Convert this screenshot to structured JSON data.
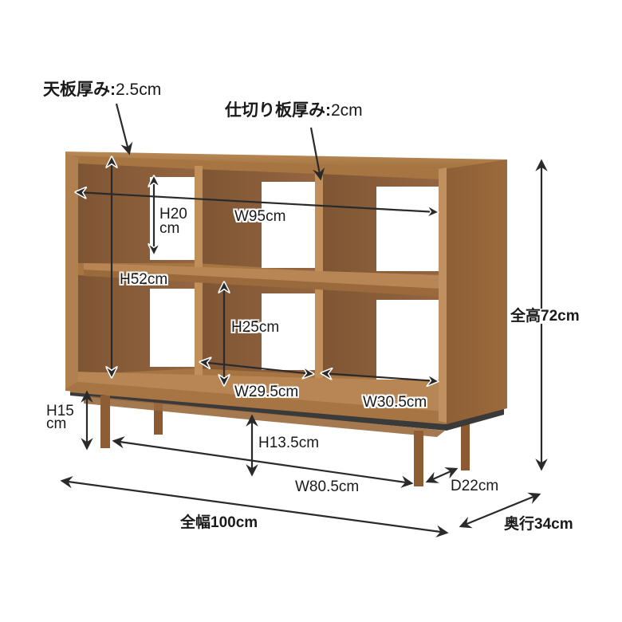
{
  "product": {
    "type": "open bookshelf / cube storage with legs",
    "material_color": "#a0703f",
    "material_dark": "#7a5230",
    "material_light": "#c89a66",
    "base_trim_color": "#3a3a3a"
  },
  "callouts": {
    "top_board_thickness": {
      "label": "天板厚み",
      "separator": ":",
      "value": "2.5cm"
    },
    "divider_thickness": {
      "label": "仕切り板厚み",
      "separator": ":",
      "value": "2cm"
    }
  },
  "dimensions": {
    "inner_width": "W95cm",
    "upper_cell_height_line1": "H20",
    "upper_cell_height_line2": "cm",
    "inner_height": "H52cm",
    "lower_cell_height": "H25cm",
    "center_cell_width": "W29.5cm",
    "right_cell_width": "W30.5cm",
    "leg_height_line1": "H15",
    "leg_height_line2": "cm",
    "under_clearance": "H13.5cm",
    "leg_span_width": "W80.5cm",
    "leg_span_depth": "D22cm",
    "total_height": "全高72cm",
    "total_width": "全幅100cm",
    "total_depth": "奥行34cm"
  },
  "arrow_color": "#2a2a2a"
}
